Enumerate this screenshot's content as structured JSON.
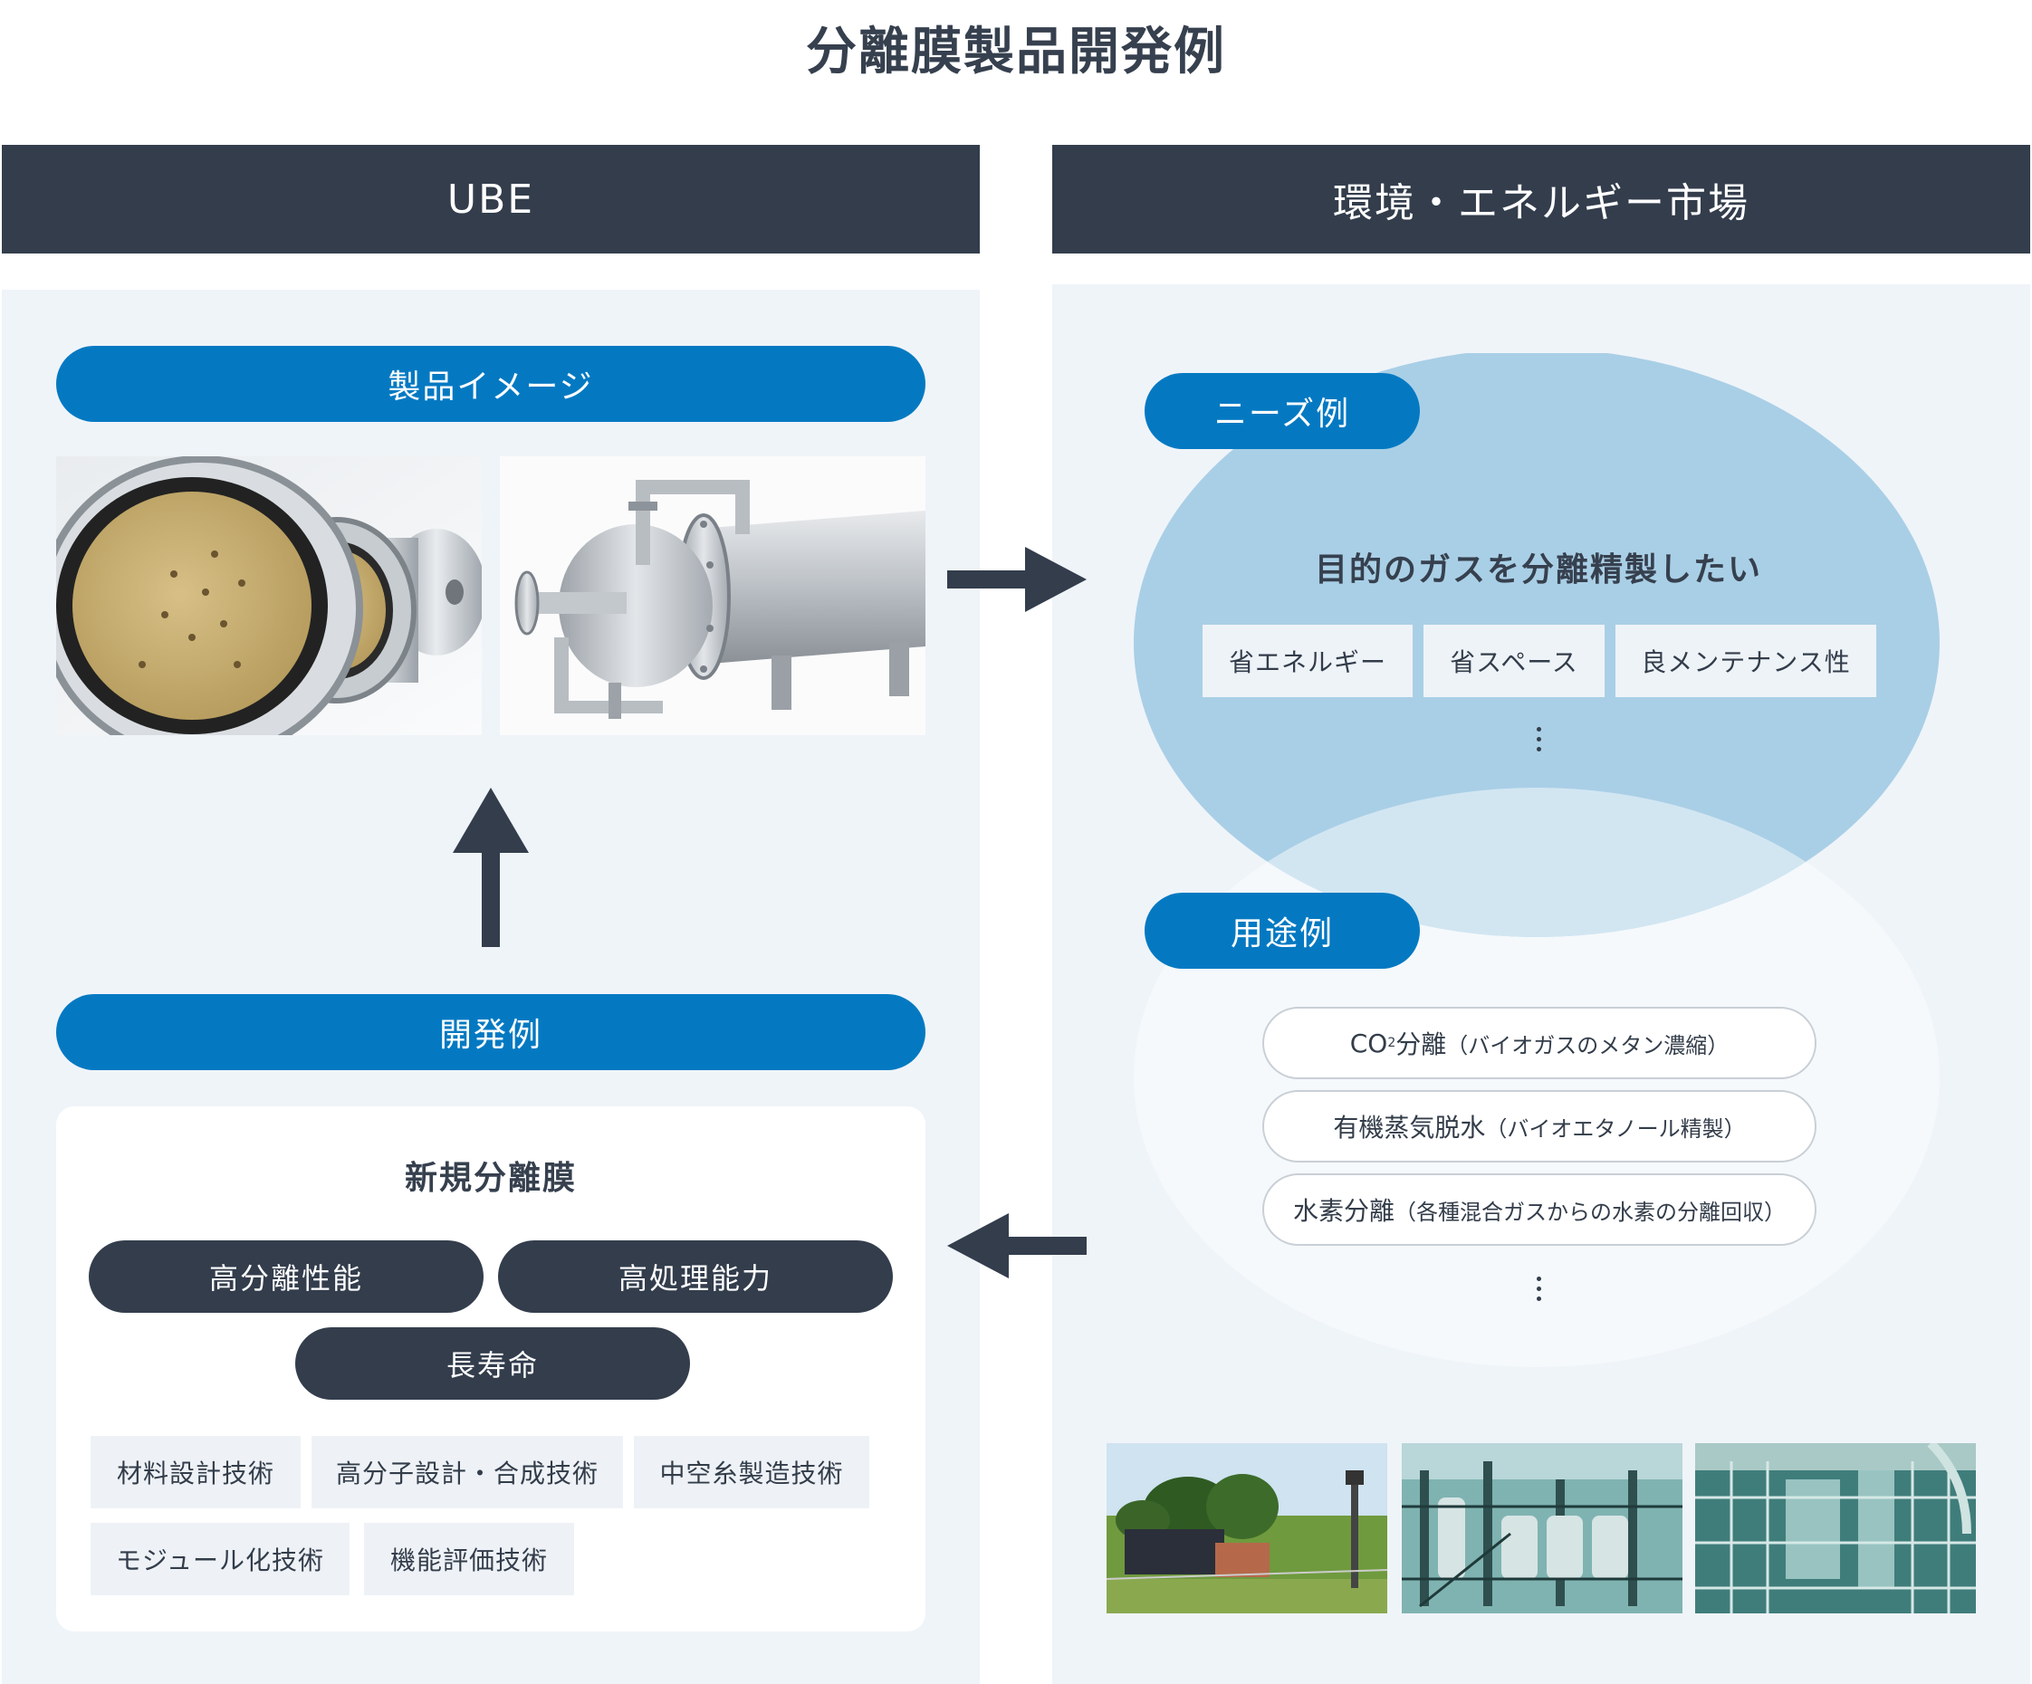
{
  "title": "分離膜製品開発例",
  "colors": {
    "dark": "#333d4c",
    "blue": "#0479c2",
    "panel": "#eff4f9",
    "needs_circle": "#a9cfe6",
    "use_circle": "#f5f9fc"
  },
  "ube": {
    "header": "UBE",
    "product_image_label": "製品イメージ",
    "dev_example_label": "開発例",
    "new_membrane_title": "新規分離膜",
    "features": [
      "高分離性能",
      "高処理能力",
      "長寿命"
    ],
    "technologies": [
      "材料設計技術",
      "高分子設計・合成技術",
      "中空糸製造技術",
      "モジュール化技術",
      "機能評価技術"
    ]
  },
  "market": {
    "header": "環境・エネルギー市場",
    "needs_label": "ニーズ例",
    "needs_title": "目的のガスを分離精製したい",
    "needs": [
      "省エネルギー",
      "省スペース",
      "良メンテナンス性"
    ],
    "use_label": "用途例",
    "uses": [
      {
        "prefix": "CO",
        "subscript": "2",
        "main": "分離",
        "note": "（バイオガスのメタン濃縮）"
      },
      {
        "prefix": "",
        "subscript": "",
        "main": "有機蒸気脱水",
        "note": "（バイオエタノール精製）"
      },
      {
        "prefix": "",
        "subscript": "",
        "main": "水素分離",
        "note": "（各種混合ガスからの水素の分離回収）"
      }
    ]
  },
  "icons": {
    "up": "arrow-up-icon",
    "right": "arrow-right-icon",
    "left": "arrow-left-icon",
    "more": "vertical-ellipsis-icon"
  }
}
